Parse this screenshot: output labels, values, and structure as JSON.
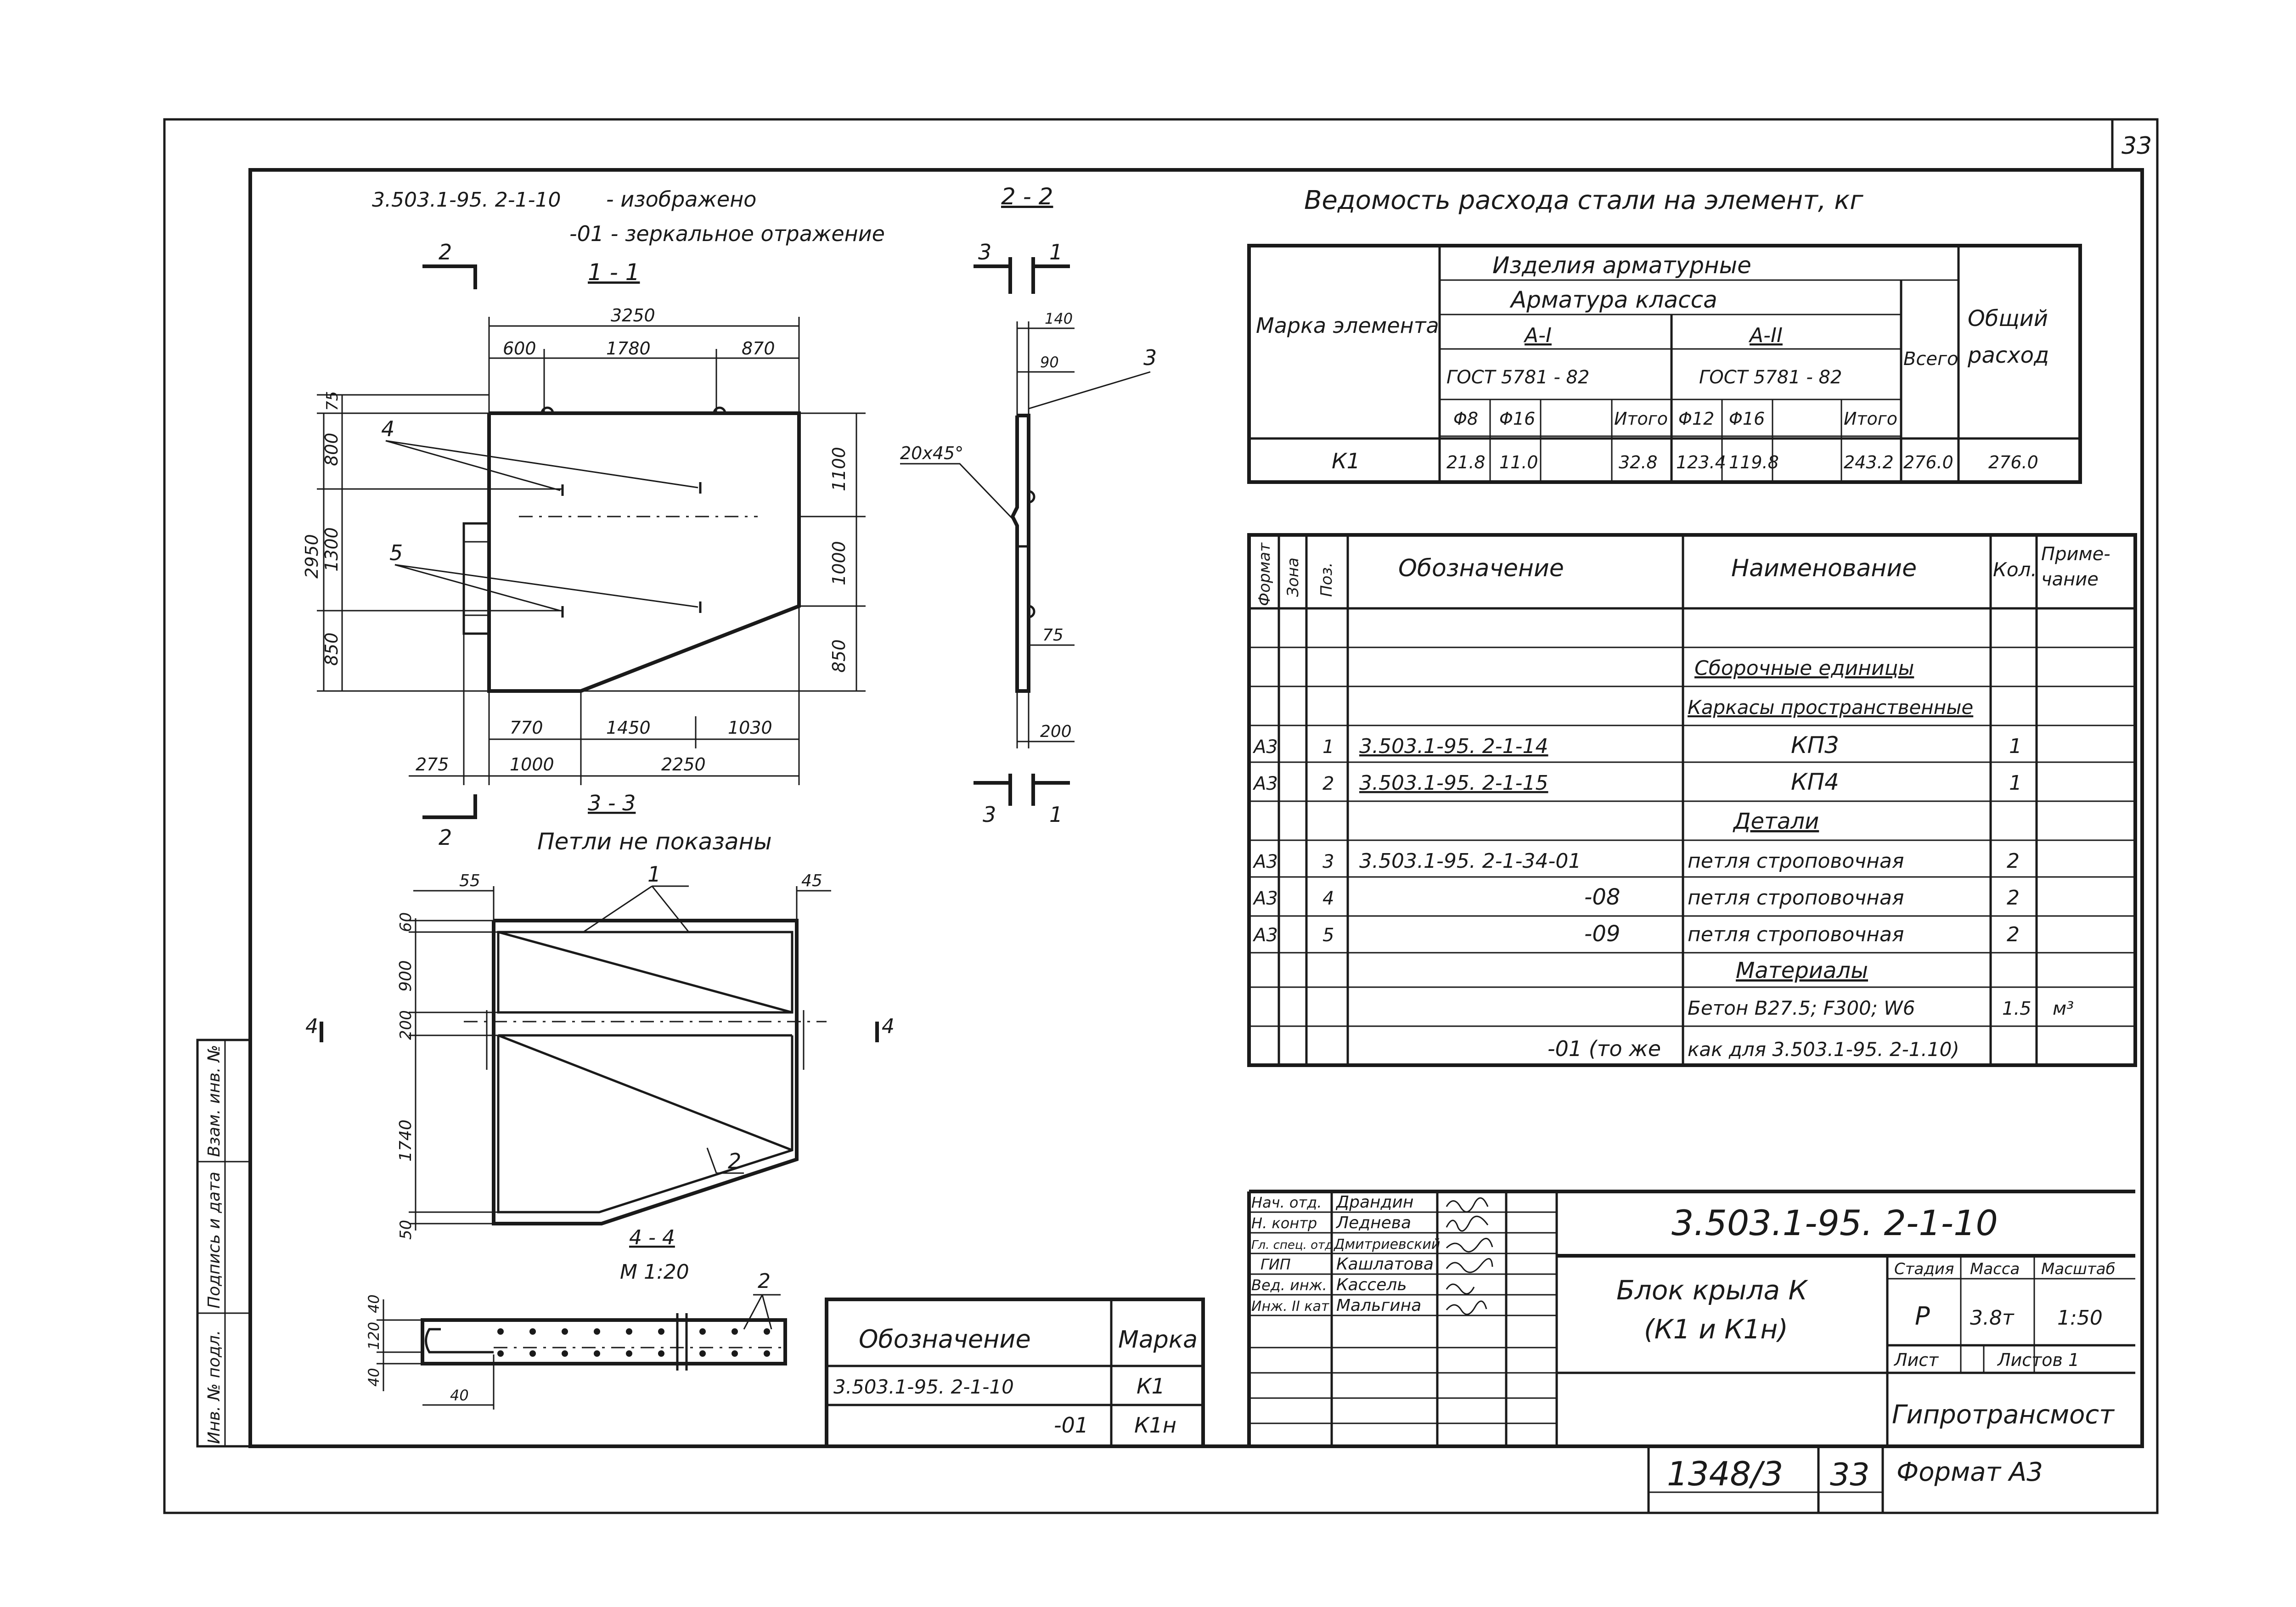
{
  "header": {
    "doc_ref": "3.503.1-95. 2-1-10",
    "note1": "- изображено",
    "note2": "-01 - зеркальное отражение",
    "sheet_num": "33"
  },
  "view_1_1": {
    "title": "1 - 1",
    "section_mark": "2",
    "dims": {
      "overall_width": "3250",
      "top_a": "600",
      "top_b": "1780",
      "top_c": "870",
      "left_total": "2950",
      "left_a": "75",
      "left_b": "800",
      "left_c": "1300",
      "left_d": "850",
      "right_a": "1100",
      "right_b": "1000",
      "right_c": "850",
      "bot_a": "770",
      "bot_b": "1450",
      "bot_c": "1030",
      "bot2_a": "275",
      "bot2_b": "1000",
      "bot2_c": "2250"
    },
    "callouts": {
      "pos4": "4",
      "pos5": "5"
    }
  },
  "view_2_2": {
    "title": "2 - 2",
    "mark3": "3",
    "mark1": "1",
    "dims": {
      "d140": "140",
      "d90": "90",
      "d75": "75",
      "d200": "200",
      "chamfer": "20x45°"
    },
    "callout": "3"
  },
  "view_3_3": {
    "title": "3 - 3",
    "subtitle": "Петли не показаны",
    "dims": {
      "d55": "55",
      "d45": "45",
      "d60": "60",
      "d900": "900",
      "d200": "200",
      "d1740": "1740",
      "d50": "50"
    },
    "callouts": {
      "c1": "1",
      "c2": "2"
    },
    "section_mark": "4"
  },
  "view_4_4": {
    "title": "4 - 4",
    "scale": "М 1:20",
    "dims": {
      "d40a": "40",
      "d120": "120",
      "d40b": "40",
      "d40c": "40"
    },
    "callout": "2"
  },
  "steel_table": {
    "title": "Ведомость расхода стали на элемент, кг",
    "col_mark": "Марка элемента",
    "group": "Изделия арматурные",
    "class_label": "Арматура класса",
    "class1": "А-I",
    "class2": "А-II",
    "gost1": "ГОСТ 5781 - 82",
    "gost2": "ГОСТ 5781 - 82",
    "total_label": "Всего",
    "overall_label": "Общий расход",
    "sub_cols": [
      "Φ8",
      "Φ16",
      "",
      "Итого",
      "Φ12",
      "Φ16",
      "",
      "Итого"
    ],
    "row": {
      "mark": "К1",
      "values": [
        "21.8",
        "11.0",
        "",
        "32.8",
        "123.4",
        "119.8",
        "",
        "243.2"
      ],
      "total": "276.0",
      "overall": "276.0"
    }
  },
  "spec_table": {
    "headers": [
      "Формат",
      "Зона",
      "Поз.",
      "Обозначение",
      "Наименование",
      "Кол.",
      "Приме- чание"
    ],
    "rows": [
      {
        "fmt": "",
        "zone": "",
        "pos": "",
        "des": "",
        "name": "",
        "qty": "",
        "note": ""
      },
      {
        "fmt": "",
        "zone": "",
        "pos": "",
        "des": "",
        "name": "Сборочные единицы",
        "qty": "",
        "note": ""
      },
      {
        "fmt": "",
        "zone": "",
        "pos": "",
        "des": "",
        "name": "Каркасы пространственные",
        "qty": "",
        "note": ""
      },
      {
        "fmt": "А3",
        "zone": "",
        "pos": "1",
        "des": "3.503.1-95. 2-1-14",
        "name": "КП3",
        "qty": "1",
        "note": ""
      },
      {
        "fmt": "А3",
        "zone": "",
        "pos": "2",
        "des": "3.503.1-95. 2-1-15",
        "name": "КП4",
        "qty": "1",
        "note": ""
      },
      {
        "fmt": "",
        "zone": "",
        "pos": "",
        "des": "",
        "name": "Детали",
        "qty": "",
        "note": ""
      },
      {
        "fmt": "А3",
        "zone": "",
        "pos": "3",
        "des": "3.503.1-95. 2-1-34-01",
        "name": "петля строповочная",
        "qty": "2",
        "note": ""
      },
      {
        "fmt": "А3",
        "zone": "",
        "pos": "4",
        "des": "-08",
        "name": "петля строповочная",
        "qty": "2",
        "note": ""
      },
      {
        "fmt": "А3",
        "zone": "",
        "pos": "5",
        "des": "-09",
        "name": "петля строповочная",
        "qty": "2",
        "note": ""
      },
      {
        "fmt": "",
        "zone": "",
        "pos": "",
        "des": "",
        "name": "Материалы",
        "qty": "",
        "note": ""
      },
      {
        "fmt": "",
        "zone": "",
        "pos": "",
        "des": "",
        "name": "Бетон В27.5; F300; W6",
        "qty": "1.5",
        "note": "м³"
      },
      {
        "fmt": "",
        "zone": "",
        "pos": "",
        "des": "-01 (то же",
        "name": "как для 3.503.1-95. 2-1.10)",
        "qty": "",
        "note": ""
      }
    ]
  },
  "marking_table": {
    "col1": "Обозначение",
    "col2": "Марка",
    "rows": [
      {
        "des": "3.503.1-95. 2-1-10",
        "mark": "К1"
      },
      {
        "des": "-01",
        "mark": "К1н"
      }
    ]
  },
  "title_block": {
    "doc_code": "3.503.1-95. 2-1-10",
    "title_line1": "Блок крыла К",
    "title_line2": "(К1 и К1н)",
    "stage_label": "Стадия",
    "mass_label": "Масса",
    "scale_label": "Масштаб",
    "stage": "Р",
    "mass": "3.8т",
    "scale": "1:50",
    "sheet_label": "Лист",
    "sheets_label": "Листов 1",
    "org": "Гипротрансмост",
    "signers": [
      {
        "role": "Нач. отд.",
        "name": "Драндин"
      },
      {
        "role": "Н. контр",
        "name": "Леднева"
      },
      {
        "role": "Гл. спец. отд",
        "name": "Дмитриевский"
      },
      {
        "role": "ГИП",
        "name": "Кашлатова"
      },
      {
        "role": "Вед. инж.",
        "name": "Кассель"
      },
      {
        "role": "Инж. II кат",
        "name": "Мальгина"
      }
    ]
  },
  "side_stamp": {
    "labels": [
      "Инв. № подл.",
      "Подпись и дата",
      "Взам. инв. №"
    ]
  },
  "bottom": {
    "archive": "1348/3",
    "page": "33",
    "format": "Формат А3"
  }
}
